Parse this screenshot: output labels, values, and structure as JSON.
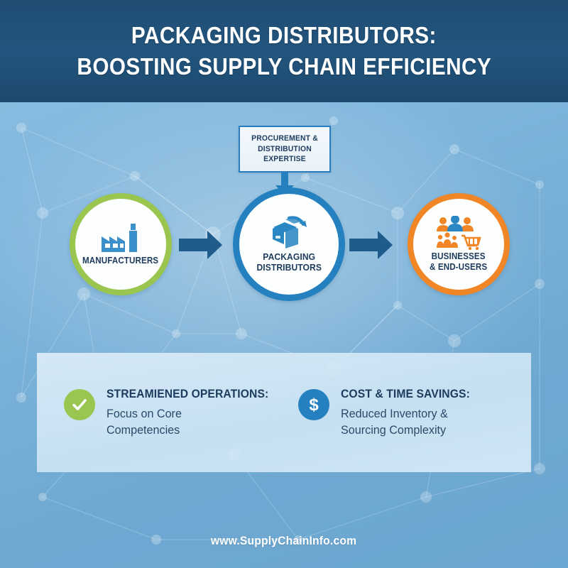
{
  "header": {
    "title_line1": "PACKAGING DISTRIBUTORS:",
    "title_line2": "BOOSTING SUPPLY CHAIN EFFICIENCY",
    "background_color": "#23557e"
  },
  "diagram": {
    "callout": {
      "label": "PROCUREMENT &\nDISTRIBUTION\nEXPERTISE",
      "border_color": "#2b7cbf",
      "fill_color": "#eef5fb",
      "arrow_icon": "arrow-down-icon",
      "arrow_color": "#2580bf"
    },
    "flow_arrow_icon": "arrow-right-icon",
    "flow_arrow_color": "#1f5c8c",
    "nodes": [
      {
        "id": "manufacturers",
        "label": "MANUFACTURERS",
        "icon": "factory-icon",
        "ring_color": "#9ac64f",
        "icon_color": "#3b90cc"
      },
      {
        "id": "distributors",
        "label": "PACKAGING\nDISTRIBUTORS",
        "icon": "package-box-icon",
        "ring_color": "#2580bf",
        "icon_color": "#2b86c4"
      },
      {
        "id": "endusers",
        "label": "BUSINESSES\n& END-USERS",
        "icon": "people-cart-icon",
        "ring_color": "#f08626",
        "icon_color": "#f08626"
      }
    ]
  },
  "benefits": {
    "panel_color": "#d5e9f6",
    "items": [
      {
        "icon": "check-circle-icon",
        "icon_color": "#9ac64f",
        "title": "STREAMIENED OPERATIONS:",
        "description": "Focus on Core\nCompetencies"
      },
      {
        "icon": "dollar-circle-icon",
        "icon_color": "#2580bf",
        "title": "COST & TIME SAVINGS:",
        "description": "Reduced Inventory &\nSourcing Complexity"
      }
    ]
  },
  "footer": {
    "website": "www.SupplyChainInfo.com"
  },
  "background": {
    "color_top": "#8cc0e2",
    "color_bottom": "#6ba6d0",
    "pattern": "network-nodes-pattern"
  }
}
